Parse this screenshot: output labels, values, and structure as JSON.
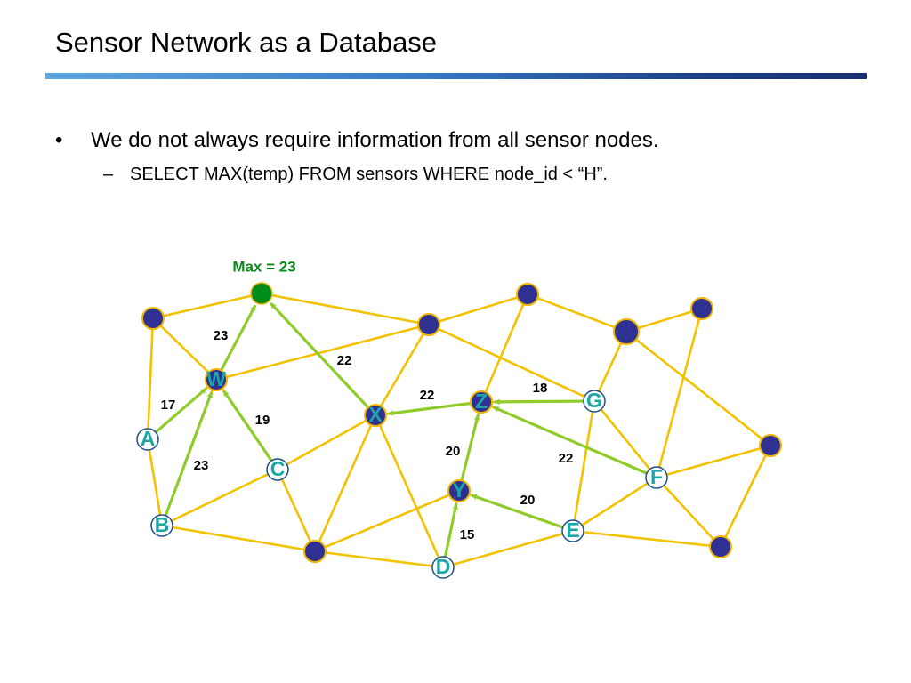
{
  "slide": {
    "title": "Sensor Network as a Database",
    "bullets": [
      {
        "mark": "•",
        "text": "We do not always require information from all sensor nodes."
      },
      {
        "mark": "–",
        "text": "SELECT MAX(temp) FROM sensors WHERE node_id < “H”."
      }
    ]
  },
  "diagram": {
    "root_label": "Max = 23",
    "nodes": [
      {
        "id": "root",
        "kind": "root"
      },
      {
        "id": "n1",
        "kind": "blue"
      },
      {
        "id": "W",
        "kind": "letter",
        "label": "W"
      },
      {
        "id": "A",
        "kind": "letter",
        "label": "A"
      },
      {
        "id": "B",
        "kind": "letter",
        "label": "B"
      },
      {
        "id": "C",
        "kind": "letter",
        "label": "C"
      },
      {
        "id": "n2",
        "kind": "blue"
      },
      {
        "id": "D",
        "kind": "letter",
        "label": "D"
      },
      {
        "id": "X",
        "kind": "letter",
        "label": "X"
      },
      {
        "id": "n3",
        "kind": "blue"
      },
      {
        "id": "n4",
        "kind": "blue"
      },
      {
        "id": "Z",
        "kind": "letter",
        "label": "Z"
      },
      {
        "id": "Y",
        "kind": "letter",
        "label": "Y"
      },
      {
        "id": "n5",
        "kind": "blue"
      },
      {
        "id": "n6",
        "kind": "blue"
      },
      {
        "id": "G",
        "kind": "letter",
        "label": "G"
      },
      {
        "id": "F",
        "kind": "letter",
        "label": "F"
      },
      {
        "id": "E",
        "kind": "letter",
        "label": "E"
      },
      {
        "id": "n7",
        "kind": "blue"
      },
      {
        "id": "n8",
        "kind": "blue"
      }
    ],
    "links": [
      [
        "n1",
        "root"
      ],
      [
        "n1",
        "W"
      ],
      [
        "n1",
        "A"
      ],
      [
        "root",
        "n3"
      ],
      [
        "W",
        "n3"
      ],
      [
        "A",
        "B"
      ],
      [
        "A",
        "W"
      ],
      [
        "B",
        "W"
      ],
      [
        "B",
        "C"
      ],
      [
        "B",
        "n2"
      ],
      [
        "C",
        "W"
      ],
      [
        "C",
        "X"
      ],
      [
        "C",
        "n2"
      ],
      [
        "n2",
        "X"
      ],
      [
        "n2",
        "D"
      ],
      [
        "n2",
        "Y"
      ],
      [
        "X",
        "n3"
      ],
      [
        "X",
        "D"
      ],
      [
        "X",
        "Z"
      ],
      [
        "D",
        "Y"
      ],
      [
        "D",
        "E"
      ],
      [
        "n3",
        "n4"
      ],
      [
        "n3",
        "G"
      ],
      [
        "n4",
        "Z"
      ],
      [
        "n4",
        "n5"
      ],
      [
        "Z",
        "G"
      ],
      [
        "Z",
        "Y"
      ],
      [
        "Y",
        "E"
      ],
      [
        "n5",
        "n6"
      ],
      [
        "n5",
        "G"
      ],
      [
        "n5",
        "n8"
      ],
      [
        "n6",
        "F"
      ],
      [
        "G",
        "E"
      ],
      [
        "G",
        "F"
      ],
      [
        "F",
        "Z"
      ],
      [
        "F",
        "E"
      ],
      [
        "F",
        "n8"
      ],
      [
        "F",
        "n7"
      ],
      [
        "E",
        "n7"
      ],
      [
        "n7",
        "n8"
      ]
    ],
    "routes": [
      {
        "from": "W",
        "to": "root",
        "label": "23"
      },
      {
        "from": "X",
        "to": "root",
        "label": "22"
      },
      {
        "from": "A",
        "to": "W",
        "label": "17"
      },
      {
        "from": "B",
        "to": "W",
        "label": "23"
      },
      {
        "from": "C",
        "to": "W",
        "label": "19"
      },
      {
        "from": "Z",
        "to": "X",
        "label": "22"
      },
      {
        "from": "G",
        "to": "Z",
        "label": "18"
      },
      {
        "from": "F",
        "to": "Z",
        "label": "22"
      },
      {
        "from": "Y",
        "to": "Z",
        "label": "20"
      },
      {
        "from": "E",
        "to": "Y",
        "label": "20"
      },
      {
        "from": "D",
        "to": "Y",
        "label": "15"
      }
    ]
  }
}
